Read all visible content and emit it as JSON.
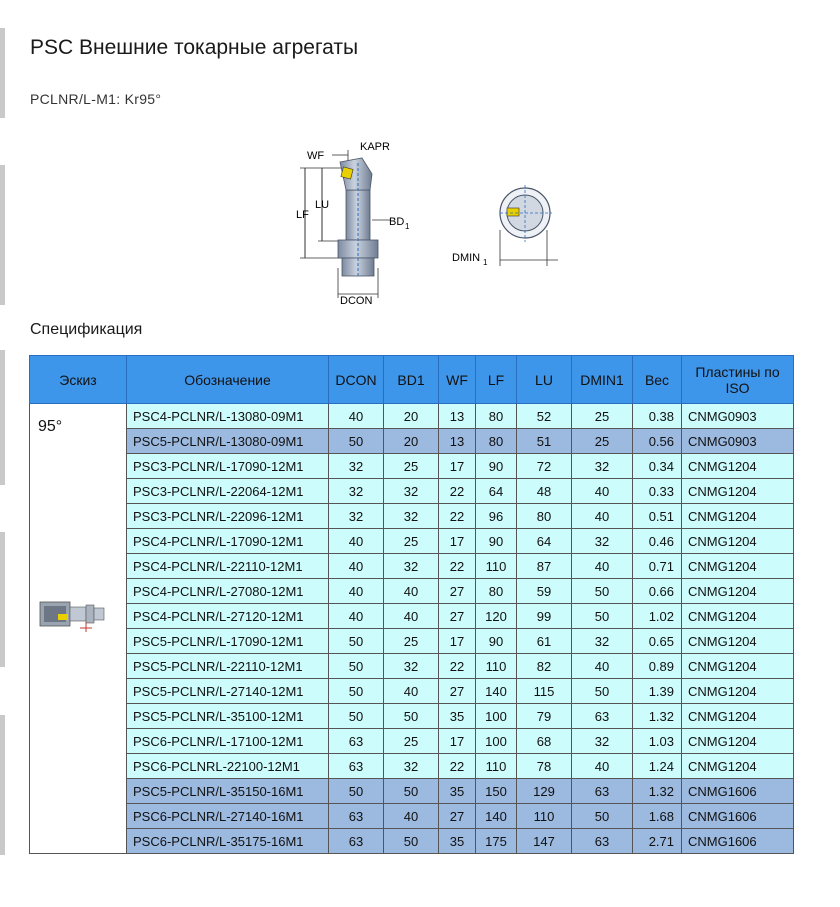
{
  "page": {
    "title": "PSC Внешние токарные агрегаты",
    "subtitle": "PCLNR/L-M1: Kr95°",
    "section_title": "Спецификация"
  },
  "drawing_labels": {
    "wf": "WF",
    "kapr": "KAPR",
    "lu": "LU",
    "lf": "LF",
    "bd1": "BD",
    "bd1_sub": "1",
    "dcon": "DCON",
    "dmin1": "DMIN",
    "dmin1_sub": "1"
  },
  "table": {
    "headers": {
      "sketch": "Эскиз",
      "designation": "Обозначение",
      "dcon": "DCON",
      "bd1": "BD1",
      "wf": "WF",
      "lf": "LF",
      "lu": "LU",
      "dmin1": "DMIN1",
      "weight": "Вес",
      "inserts_line1": "Пластины по",
      "inserts_line2": "ISO"
    },
    "sketch_label": "95°",
    "rows": [
      {
        "code": "PSC4-PCLNR/L-13080-09M1",
        "dcon": "40",
        "bd1": "20",
        "wf": "13",
        "lf": "80",
        "lu": "52",
        "dmin1": "25",
        "weight": "0.38",
        "insert": "CNMG0903"
      },
      {
        "code": "PSC5-PCLNR/L-13080-09M1",
        "dcon": "50",
        "bd1": "20",
        "wf": "13",
        "lf": "80",
        "lu": "51",
        "dmin1": "25",
        "weight": "0.56",
        "insert": "CNMG0903"
      },
      {
        "code": "PSC3-PCLNR/L-17090-12M1",
        "dcon": "32",
        "bd1": "25",
        "wf": "17",
        "lf": "90",
        "lu": "72",
        "dmin1": "32",
        "weight": "0.34",
        "insert": "CNMG1204"
      },
      {
        "code": "PSC3-PCLNR/L-22064-12M1",
        "dcon": "32",
        "bd1": "32",
        "wf": "22",
        "lf": "64",
        "lu": "48",
        "dmin1": "40",
        "weight": "0.33",
        "insert": "CNMG1204"
      },
      {
        "code": "PSC3-PCLNR/L-22096-12M1",
        "dcon": "32",
        "bd1": "32",
        "wf": "22",
        "lf": "96",
        "lu": "80",
        "dmin1": "40",
        "weight": "0.51",
        "insert": "CNMG1204"
      },
      {
        "code": "PSC4-PCLNR/L-17090-12M1",
        "dcon": "40",
        "bd1": "25",
        "wf": "17",
        "lf": "90",
        "lu": "64",
        "dmin1": "32",
        "weight": "0.46",
        "insert": "CNMG1204"
      },
      {
        "code": "PSC4-PCLNR/L-22110-12M1",
        "dcon": "40",
        "bd1": "32",
        "wf": "22",
        "lf": "110",
        "lu": "87",
        "dmin1": "40",
        "weight": "0.71",
        "insert": "CNMG1204"
      },
      {
        "code": "PSC4-PCLNR/L-27080-12M1",
        "dcon": "40",
        "bd1": "40",
        "wf": "27",
        "lf": "80",
        "lu": "59",
        "dmin1": "50",
        "weight": "0.66",
        "insert": "CNMG1204"
      },
      {
        "code": "PSC4-PCLNR/L-27120-12M1",
        "dcon": "40",
        "bd1": "40",
        "wf": "27",
        "lf": "120",
        "lu": "99",
        "dmin1": "50",
        "weight": "1.02",
        "insert": "CNMG1204"
      },
      {
        "code": "PSC5-PCLNR/L-17090-12M1",
        "dcon": "50",
        "bd1": "25",
        "wf": "17",
        "lf": "90",
        "lu": "61",
        "dmin1": "32",
        "weight": "0.65",
        "insert": "CNMG1204"
      },
      {
        "code": "PSC5-PCLNR/L-22110-12M1",
        "dcon": "50",
        "bd1": "32",
        "wf": "22",
        "lf": "110",
        "lu": "82",
        "dmin1": "40",
        "weight": "0.89",
        "insert": "CNMG1204"
      },
      {
        "code": "PSC5-PCLNR/L-27140-12M1",
        "dcon": "50",
        "bd1": "40",
        "wf": "27",
        "lf": "140",
        "lu": "115",
        "dmin1": "50",
        "weight": "1.39",
        "insert": "CNMG1204"
      },
      {
        "code": "PSC5-PCLNR/L-35100-12M1",
        "dcon": "50",
        "bd1": "50",
        "wf": "35",
        "lf": "100",
        "lu": "79",
        "dmin1": "63",
        "weight": "1.32",
        "insert": "CNMG1204"
      },
      {
        "code": "PSC6-PCLNR/L-17100-12M1",
        "dcon": "63",
        "bd1": "25",
        "wf": "17",
        "lf": "100",
        "lu": "68",
        "dmin1": "32",
        "weight": "1.03",
        "insert": "CNMG1204"
      },
      {
        "code": "PSC6-PCLNRL-22100-12M1",
        "dcon": "63",
        "bd1": "32",
        "wf": "22",
        "lf": "110",
        "lu": "78",
        "dmin1": "40",
        "weight": "1.24",
        "insert": "CNMG1204"
      },
      {
        "code": "PSC5-PCLNR/L-35150-16M1",
        "dcon": "50",
        "bd1": "50",
        "wf": "35",
        "lf": "150",
        "lu": "129",
        "dmin1": "63",
        "weight": "1.32",
        "insert": "CNMG1606"
      },
      {
        "code": "PSC6-PCLNR/L-27140-16M1",
        "dcon": "63",
        "bd1": "40",
        "wf": "27",
        "lf": "140",
        "lu": "110",
        "dmin1": "50",
        "weight": "1.68",
        "insert": "CNMG1606"
      },
      {
        "code": "PSC6-PCLNR/L-35175-16M1",
        "dcon": "63",
        "bd1": "50",
        "wf": "35",
        "lf": "175",
        "lu": "147",
        "dmin1": "63",
        "weight": "2.71",
        "insert": "CNMG1606"
      }
    ]
  },
  "colors": {
    "header_bg": "#3e96ea",
    "row_bg": "#ccfcfb",
    "row_highlight_bg": "#9cb9df"
  }
}
